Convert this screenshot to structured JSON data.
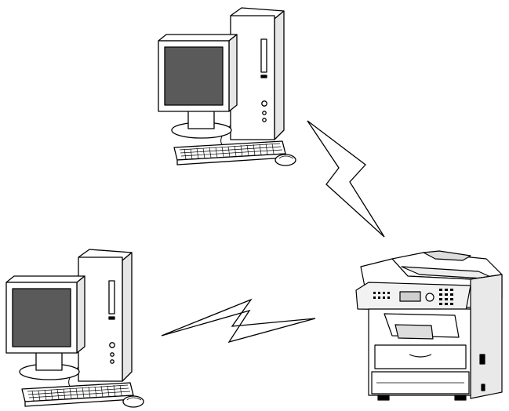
{
  "diagram": {
    "type": "peer-to-peer wireless network",
    "nodes": [
      {
        "id": "computer-top",
        "kind": "desktop-computer"
      },
      {
        "id": "computer-bottom-left",
        "kind": "desktop-computer"
      },
      {
        "id": "printer",
        "kind": "multifunction-printer"
      }
    ],
    "links": [
      {
        "from": "computer-top",
        "to": "printer",
        "kind": "wireless"
      },
      {
        "from": "computer-bottom-left",
        "to": "printer",
        "kind": "wireless"
      }
    ],
    "colors": {
      "stroke": "#000000",
      "screen": "#5a5a5a",
      "background": "#ffffff",
      "printer_shade": "#cfcfcf"
    },
    "icons": [
      "desktop-computer-icon",
      "desktop-computer-icon",
      "printer-icon",
      "lightning-bolt-icon",
      "lightning-bolt-icon"
    ]
  }
}
